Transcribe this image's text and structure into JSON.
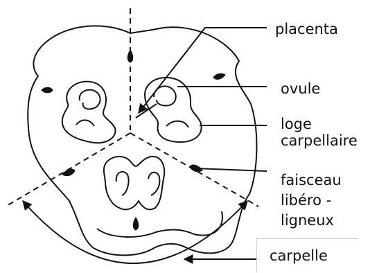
{
  "labels": {
    "placenta": "placenta",
    "ovule": "ovule",
    "loge_carpellaire": "loge\ncarpellaire",
    "faisceau": "faisceau\nlibéro -\nligneux",
    "carpelle": "carpelle"
  },
  "colors": {
    "ink": "#111111",
    "background": "#ffffff"
  }
}
